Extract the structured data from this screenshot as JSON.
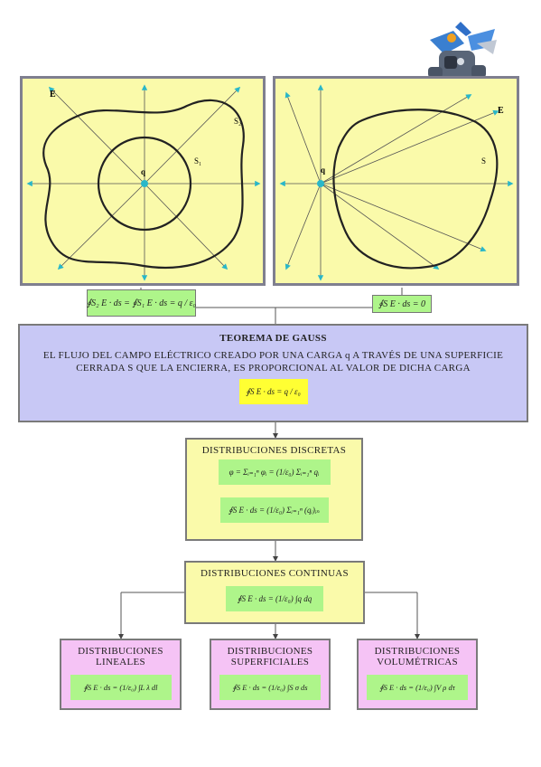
{
  "panel_left": {
    "field_label": "E",
    "surface_outer": "S₂",
    "surface_inner": "S₁",
    "charge": "q"
  },
  "panel_right": {
    "field_label": "E",
    "surface": "S",
    "charge": "q"
  },
  "formula_left": "∮S₂ E · ds = ∮S₁ E · ds = q / ε₀",
  "formula_right": "∮S E · ds = 0",
  "gauss": {
    "title": "TEOREMA DE GAUSS",
    "line1": "EL FLUJO DEL CAMPO ELÉCTRICO CREADO POR UNA CARGA q A TRAVÉS DE UNA  SUPERFICIE",
    "line2": "CERRADA S QUE LA ENCIERRA, ES PROPORCIONAL AL VALOR DE DICHA CARGA",
    "formula": "∮S E · ds = q / ε₀"
  },
  "discretas": {
    "title": "DISTRIBUCIONES DISCRETAS",
    "formula1": "φ = Σᵢ₌₁ⁿ φᵢ = (1/ε₀) Σᵢ₌₁ⁿ qᵢ",
    "formula2": "∮S E · ds = (1/ε₀) Σᵢ₌₁ⁿ (qᵢ)ᵢₙ"
  },
  "continuas": {
    "title": "DISTRIBUCIONES CONTINUAS",
    "formula": "∮S E · ds = (1/ε₀) ∫q dq"
  },
  "lineales": {
    "line1": "DISTRIBUCIONES",
    "line2": "LINEALES",
    "formula": "∮S E · ds = (1/ε₀) ∫L λ dl"
  },
  "superficiales": {
    "line1": "DISTRIBUCIONES",
    "line2": "SUPERFICIALES",
    "formula": "∮S E · ds = (1/ε₀) ∫S σ ds"
  },
  "volumetricas": {
    "line1": "DISTRIBUCIONES",
    "line2": "VOLUMÉTRICAS",
    "formula": "∮S E · ds = (1/ε₀) ∫V ρ dτ"
  },
  "colors": {
    "panel_bg": "#fafaaa",
    "formula_green": "#aef58a",
    "gauss_bg": "#c8c8f5",
    "pink_bg": "#f5c3f5",
    "arrow_cyan": "#29b7c9"
  },
  "icons": {
    "mascot": "robot-mascot-icon"
  }
}
